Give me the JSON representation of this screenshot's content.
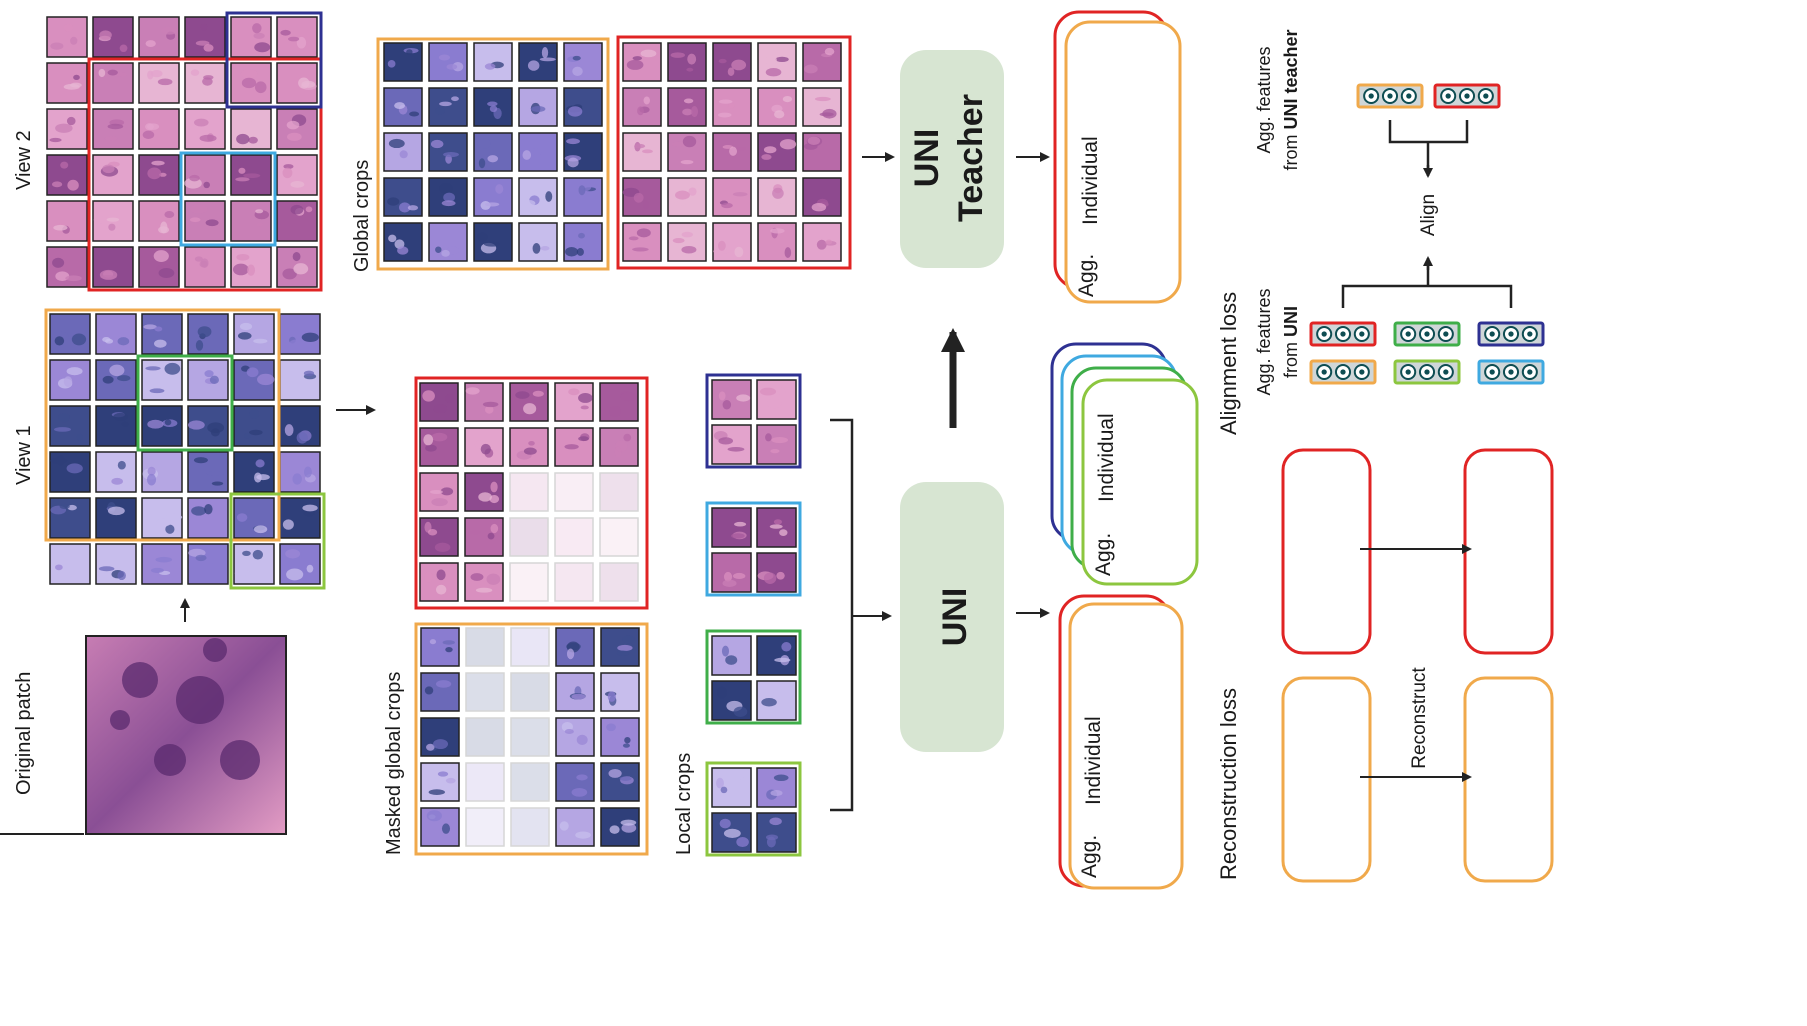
{
  "labels": {
    "original_patch": "Original patch",
    "view1": "View 1",
    "view2": "View 2",
    "global_crops": "Global crops",
    "masked_global_crops": "Masked global crops",
    "local_crops": "Local crops",
    "uni": "UNI",
    "uni_teacher_line1": "UNI",
    "uni_teacher_line2": "Teacher",
    "agg": "Agg.",
    "individual": "Individual",
    "alignment_loss": "Alignment loss",
    "reconstruction_loss": "Reconstruction loss",
    "agg_features_uni_line1": "Agg. features",
    "agg_features_uni_line2_prefix": "from ",
    "agg_features_uni_line2_bold": "UNI",
    "agg_features_teacher_line1": "Agg. features",
    "agg_features_teacher_line2_prefix": "from ",
    "agg_features_teacher_line2_bold": "UNI teacher",
    "align": "Align",
    "reconstruct": "Reconstruct"
  },
  "colors": {
    "he_pink": "#d98fbf",
    "he_purple": "#7c4a8e",
    "lavender": "#9b87d6",
    "navy_stain": "#2f3f7a",
    "teal_token": "#1a8f96",
    "masked_token": "#a8d7db",
    "module_green": "#d7e5d2",
    "red": "#e02424",
    "orange": "#f0a94b",
    "green": "#3fae49",
    "light_green": "#8cc63f",
    "navy": "#2e3192",
    "light_blue": "#3fa9e0",
    "arrow": "#222222"
  },
  "icons": {
    "token": "three-circle-token-icon",
    "arrow": "arrow-icon"
  }
}
